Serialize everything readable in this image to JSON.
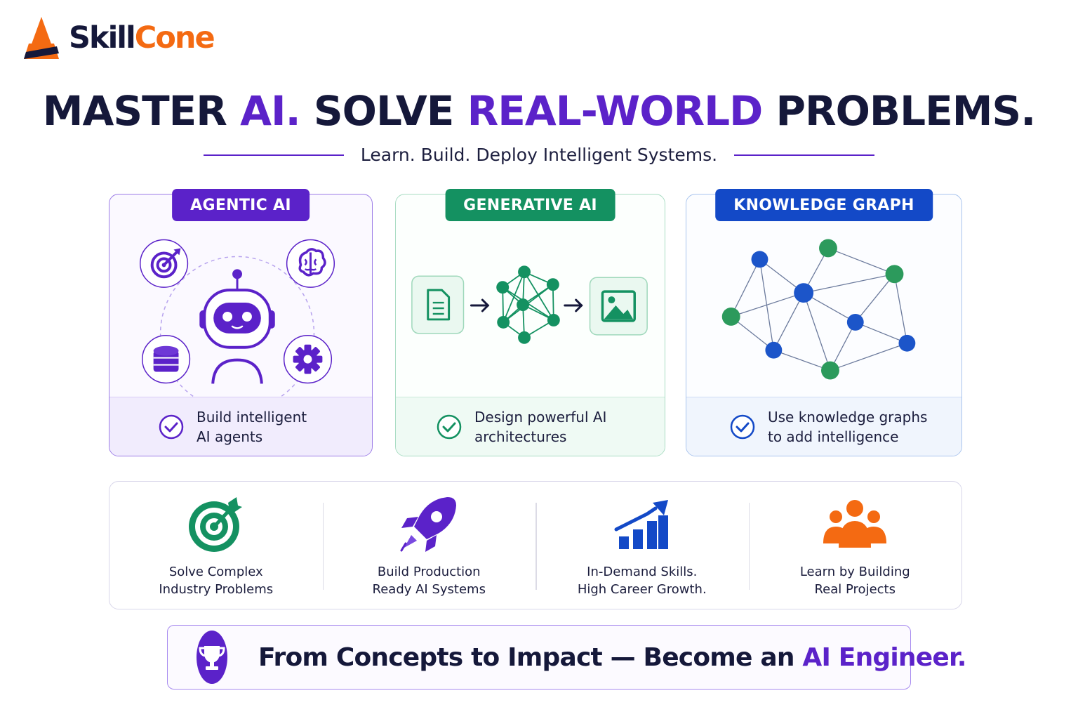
{
  "brand": {
    "name_part1": "Skill",
    "name_part2": "Cone",
    "accent_color": "#f46a12",
    "dark_color": "#15183a"
  },
  "headline": {
    "part1": "MASTER ",
    "part2": "AI.",
    "part3": " SOLVE ",
    "part4": "REAL-WORLD",
    "part5": " PROBLEMS.",
    "highlight_color": "#5b22c9"
  },
  "subline": "Learn. Build. Deploy Intelligent Systems.",
  "cards": [
    {
      "badge": "AGENTIC AI",
      "caption": "Build intelligent\nAI agents",
      "color": "#5b22c9",
      "icons": [
        "target-icon",
        "brain-icon",
        "robot-icon",
        "database-icon",
        "gear-icon"
      ]
    },
    {
      "badge": "GENERATIVE AI",
      "caption": "Design powerful AI\narchitectures",
      "color": "#149161",
      "icons": [
        "document-icon",
        "arrow-right-icon",
        "neural-network-icon",
        "image-icon"
      ]
    },
    {
      "badge": "KNOWLEDGE GRAPH",
      "caption": "Use knowledge graphs\nto add intelligence",
      "color": "#1349c7",
      "icons": [
        "graph-network-icon"
      ]
    }
  ],
  "features": [
    {
      "label": "Solve Complex\nIndustry Problems",
      "icon": "target-icon",
      "color": "#149161"
    },
    {
      "label": "Build Production\nReady AI Systems",
      "icon": "rocket-icon",
      "color": "#5b22c9"
    },
    {
      "label": "In-Demand Skills.\nHigh Career Growth.",
      "icon": "growth-chart-icon",
      "color": "#1349c7"
    },
    {
      "label": "Learn by Building\nReal Projects",
      "icon": "team-icon",
      "color": "#f46a12"
    }
  ],
  "banner": {
    "text_part1": "From Concepts to Impact — Become an ",
    "text_part2": "AI Engineer.",
    "icon": "trophy-icon"
  }
}
